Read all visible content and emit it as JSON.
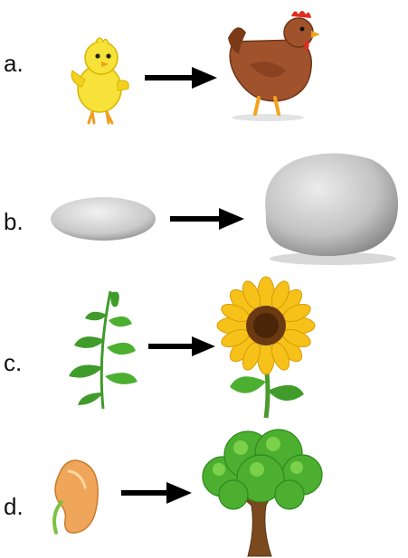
{
  "rows": [
    {
      "label": "a.",
      "from": "chick",
      "to": "hen"
    },
    {
      "label": "b.",
      "from": "small-stone",
      "to": "large-rock"
    },
    {
      "label": "c.",
      "from": "seedling",
      "to": "sunflower"
    },
    {
      "label": "d.",
      "from": "sprouting-bean-seed",
      "to": "tree"
    }
  ],
  "colors": {
    "arrow": "#000000",
    "chick": "#f7e23a",
    "hen": "#a0522d",
    "stone": "#c8c8c8",
    "leaf": "#3f9b2a",
    "petal": "#f6c21a",
    "trunk": "#7a4a1e",
    "canopy": "#4caf30"
  }
}
